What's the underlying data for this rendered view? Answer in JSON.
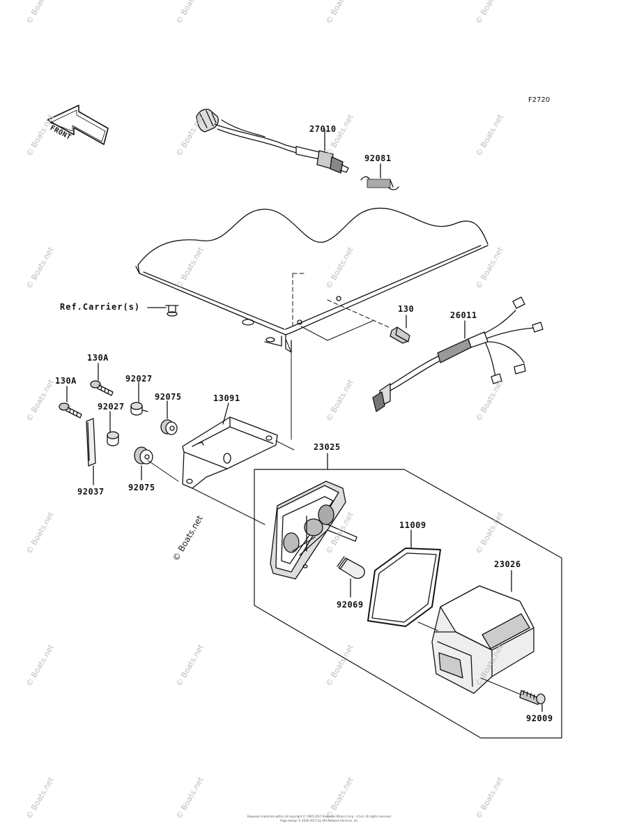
{
  "figure_id": "F2720",
  "front_label": "FRONT",
  "ref_label": "Ref.Carrier(s)",
  "watermark": "© Boats.net",
  "parts": {
    "p27010": "27010",
    "p92081": "92081",
    "p130": "130",
    "p26011": "26011",
    "p130A_a": "130A",
    "p130A_b": "130A",
    "p92027_a": "92027",
    "p92027_b": "92027",
    "p92075_a": "92075",
    "p92075_b": "92075",
    "p13091": "13091",
    "p92037": "92037",
    "p23025": "23025",
    "p11009": "11009",
    "p23026": "23026",
    "p92069": "92069",
    "p92009": "92009"
  },
  "footer": {
    "line1": "Kawasaki materials within all copyright © 1995-2017 Kawasaki Motors Corp., U.S.A. All rights reserved.",
    "line2": "Page design © 2000-2017 by ARI Network Services, Inc."
  }
}
